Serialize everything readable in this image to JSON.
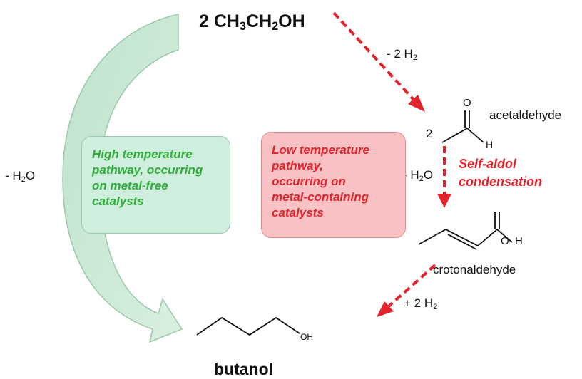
{
  "reactant": {
    "coefficient": "2",
    "formula_parts": [
      "CH",
      "3",
      "CH",
      "2",
      "OH"
    ]
  },
  "step1": {
    "loss": "- 2 H",
    "sub": "2"
  },
  "acetaldehyde": {
    "coefficient": "2",
    "name": "acetaldehyde",
    "atom_o": "O",
    "atom_h": "H"
  },
  "step2": {
    "loss": "- H",
    "loss_sub": "2",
    "loss_tail": "O",
    "label_lines": [
      "Self-aldol",
      "condensation"
    ]
  },
  "crotonaldehyde": {
    "name": "crotonaldehyde",
    "atom_o": "O",
    "atom_h": "H"
  },
  "step3": {
    "gain": "+ 2 H",
    "sub": "2"
  },
  "product": {
    "name": "butanol",
    "atom_oh": "OH"
  },
  "high_temp": {
    "water_loss": "- H",
    "water_sub": "2",
    "water_tail": "O",
    "box_lines": [
      "High temperature",
      "pathway, occurring",
      "on metal-free",
      "catalysts"
    ]
  },
  "low_temp": {
    "box_lines": [
      "Low temperature",
      "pathway,",
      "occurring on",
      "metal-containing",
      "catalysts"
    ]
  },
  "colors": {
    "green_arrow_fill": "#cfe8d7",
    "green_arrow_stroke": "#9cc8ac",
    "red_arrow": "#e3232b",
    "green_text": "#2fae3a",
    "red_text": "#e3232b"
  }
}
